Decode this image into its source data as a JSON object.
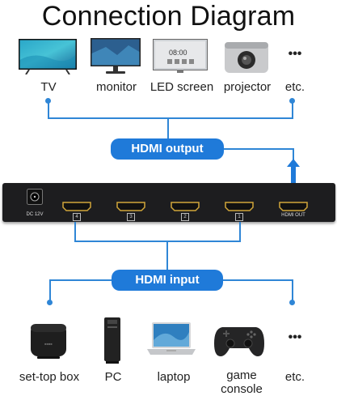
{
  "title": "Connection Diagram",
  "outputs": {
    "pill": "HDMI output",
    "items": [
      {
        "label": "TV"
      },
      {
        "label": "monitor"
      },
      {
        "label": "LED screen"
      },
      {
        "label": "projector"
      },
      {
        "label": "etc."
      }
    ]
  },
  "device": {
    "power_label": "DC 12V",
    "out_label": "HDMI OUT",
    "ports": [
      "4",
      "3",
      "2",
      "1"
    ]
  },
  "inputs": {
    "pill": "HDMI input",
    "items": [
      {
        "label": "set-top box"
      },
      {
        "label": "PC"
      },
      {
        "label": "laptop"
      },
      {
        "label": "game\nconsole"
      },
      {
        "label": "etc."
      }
    ]
  },
  "colors": {
    "accent": "#1f7ad9",
    "wire": "#2f86d6",
    "device": "#1d1d1f"
  }
}
